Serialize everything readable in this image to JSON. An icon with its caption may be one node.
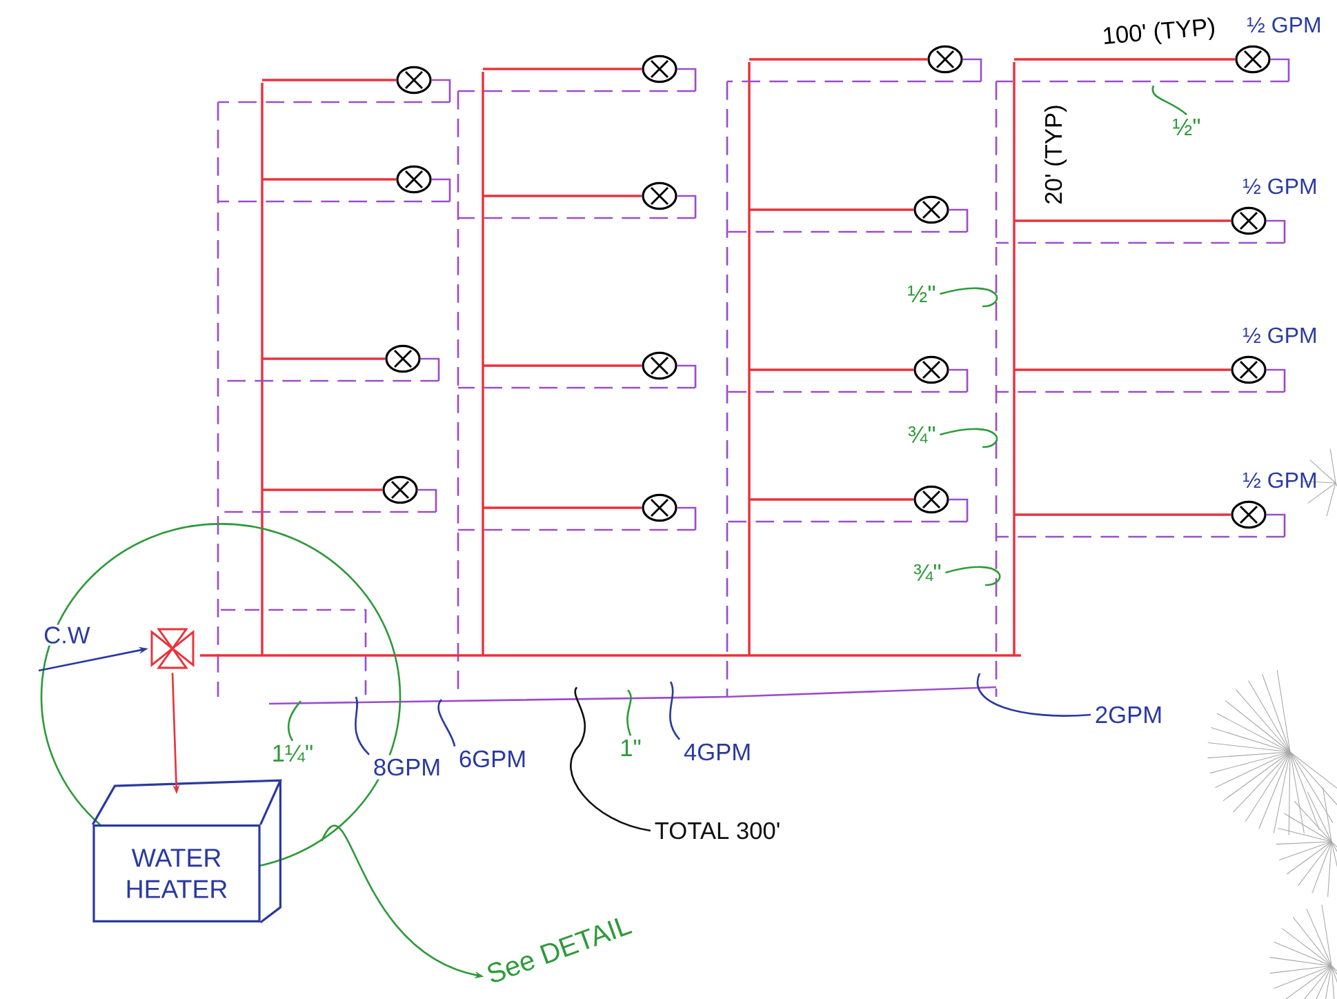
{
  "diagram": {
    "nodes": [
      {
        "text": [],
        "shape": "circle"
      },
      {
        "text": [],
        "shape": "circle"
      },
      {
        "text": [],
        "shape": "circle"
      },
      {
        "text": [],
        "shape": "circle"
      },
      {
        "text": [],
        "shape": "circle"
      },
      {
        "text": [],
        "shape": "circle"
      },
      {
        "text": [],
        "shape": "circle"
      },
      {
        "text": [],
        "shape": "circle"
      },
      {
        "text": [],
        "shape": "circle"
      },
      {
        "text": [],
        "shape": "circle"
      },
      {
        "text": [],
        "shape": "circle"
      },
      {
        "text": [],
        "shape": "circle"
      },
      {
        "text": [],
        "shape": "circle",
        "beside": [
          "½ GPM"
        ]
      },
      {
        "text": [],
        "shape": "circle",
        "beside": [
          "½ GPM"
        ]
      },
      {
        "text": [],
        "shape": "circle",
        "beside": [
          "½ GPM"
        ]
      },
      {
        "text": [],
        "shape": "circle",
        "beside": [
          "½ GPM"
        ]
      },
      {
        "text": [
          "½\""
        ]
      },
      {
        "text": [
          "½\""
        ]
      },
      {
        "text": [
          "¾\""
        ]
      },
      {
        "text": [
          "¾\""
        ]
      },
      {
        "text": [],
        "shape": "circle"
      },
      {
        "text": [],
        "shape": "valve",
        "in": 20
      },
      {
        "text": [
          "WATER HEATER"
        ]
      },
      {
        "text": [
          "1¼\""
        ],
        "in": 20
      },
      {
        "text": [
          "8GPM"
        ]
      },
      {
        "text": [
          "6GPM"
        ]
      },
      {
        "text": [
          "1\""
        ]
      },
      {
        "text": [
          "4GPM"
        ]
      },
      {
        "text": [
          "2GPM"
        ]
      },
      {
        "text": [
          "TOTAL 300'"
        ]
      },
      {
        "text": [
          "See DETAIL"
        ]
      }
    ],
    "edges": [
      {
        "from": null,
        "to": 21,
        "arrow": "to",
        "label": "C.W",
        "color": "#2a3aa0"
      },
      {
        "from": 21,
        "to": 22,
        "arrow": "to",
        "color": "#e8323c"
      },
      {
        "from": 20,
        "to": 30,
        "arrow": "to",
        "color": "#2e9a3a"
      },
      {
        "from": 16,
        "to": null,
        "arrow": "none",
        "color": "#2e9a3a"
      },
      {
        "from": 17,
        "to": null,
        "arrow": "none",
        "color": "#2e9a3a"
      },
      {
        "from": 18,
        "to": null,
        "arrow": "none",
        "color": "#2e9a3a"
      },
      {
        "from": 19,
        "to": null,
        "arrow": "none",
        "color": "#2e9a3a"
      },
      {
        "from": 23,
        "to": null,
        "arrow": "none",
        "color": "#2e9a3a"
      },
      {
        "from": 24,
        "to": null,
        "arrow": "none",
        "color": "#2a3aa0"
      },
      {
        "from": 25,
        "to": null,
        "arrow": "none",
        "color": "#2a3aa0"
      },
      {
        "from": 26,
        "to": null,
        "arrow": "none",
        "color": "#2e9a3a"
      },
      {
        "from": 27,
        "to": null,
        "arrow": "none",
        "color": "#2a3aa0"
      },
      {
        "from": 28,
        "to": null,
        "arrow": "none",
        "color": "#2a3aa0"
      },
      {
        "from": 29,
        "to": null,
        "arrow": "none",
        "color": "#111111"
      }
    ],
    "labels": [
      "100' (TYP)",
      "20' (TYP)"
    ]
  }
}
